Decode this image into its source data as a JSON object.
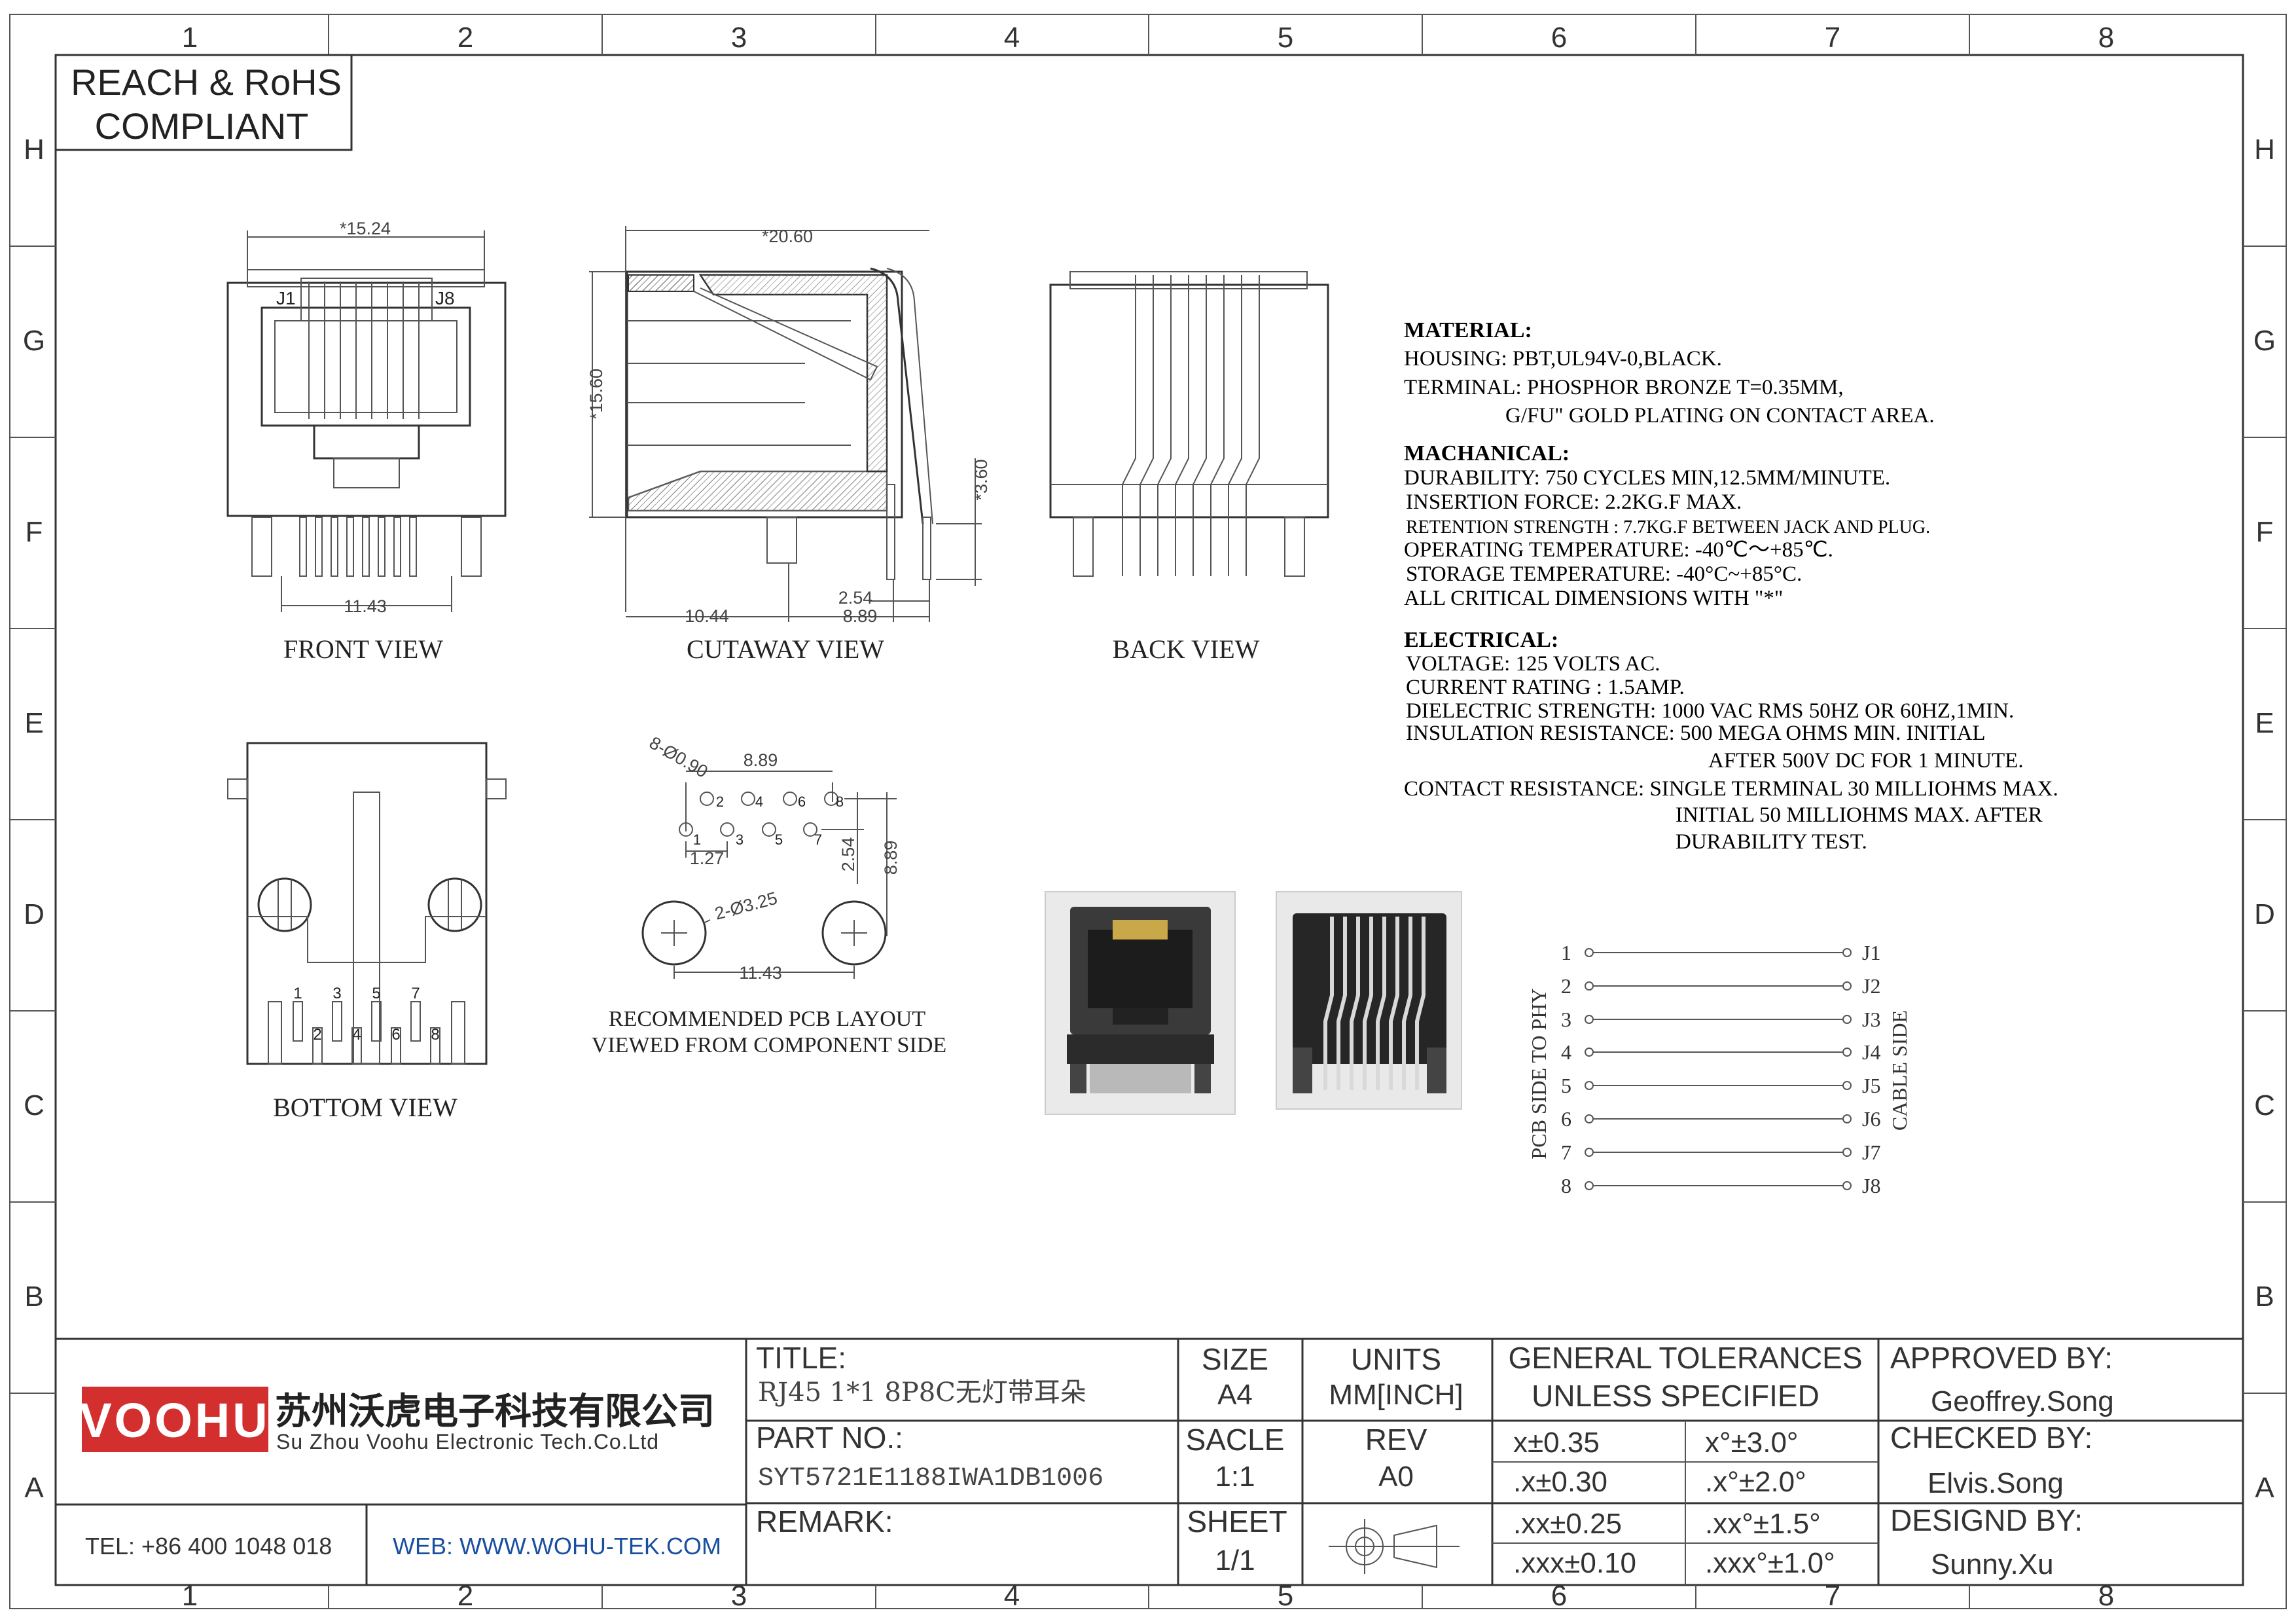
{
  "zones": {
    "columns": [
      "1",
      "2",
      "3",
      "4",
      "5",
      "6",
      "7",
      "8"
    ],
    "rows": [
      "H",
      "G",
      "F",
      "E",
      "D",
      "C",
      "B",
      "A"
    ]
  },
  "compliance": {
    "line1": "REACH & RoHS",
    "line2": "COMPLIANT"
  },
  "views": {
    "front": {
      "caption": "FRONT VIEW",
      "dim_width": "*15.24",
      "dim_pins": "11.43",
      "label_j1": "J1",
      "label_j8": "J8"
    },
    "cutaway": {
      "caption": "CUTAWAY VIEW",
      "dim_length": "*20.60",
      "dim_height": "*15.60",
      "dim_pin": "*3.60",
      "dim_a": "10.44",
      "dim_b": "2.54",
      "dim_c": "8.89"
    },
    "back": {
      "caption": "BACK VIEW"
    },
    "bottom": {
      "caption": "BOTTOM VIEW",
      "pins_top": [
        "1",
        "3",
        "5",
        "7"
      ],
      "pins_bottom": [
        "2",
        "4",
        "6",
        "8"
      ]
    },
    "pcb": {
      "caption1": "RECOMMENDED PCB LAYOUT",
      "caption2": "VIEWED FROM COMPONENT SIDE",
      "hole_callout": "8-Ø0.90",
      "peg_callout": "2-Ø3.25",
      "dim_span": "8.89",
      "dim_pitch": "1.27",
      "dim_row": "2.54",
      "dim_depth": "8.89",
      "dim_pegs": "11.43",
      "pins_top": [
        "2",
        "4",
        "6",
        "8"
      ],
      "pins_bottom": [
        "1",
        "3",
        "5",
        "7"
      ]
    }
  },
  "specs": {
    "material_head": "MATERIAL:",
    "material": [
      "HOUSING: PBT,UL94V-0,BLACK.",
      "TERMINAL: PHOSPHOR BRONZE T=0.35MM,",
      "G/FU\" GOLD PLATING ON CONTACT AREA."
    ],
    "mech_head": "MACHANICAL:",
    "mech": [
      "DURABILITY: 750 CYCLES MIN,12.5MM/MINUTE.",
      "INSERTION FORCE: 2.2KG.F MAX.",
      "RETENTION STRENGTH : 7.7KG.F BETWEEN JACK AND PLUG.",
      "OPERATING TEMPERATURE: -40℃～+85℃.",
      "STORAGE TEMPERATURE: -40°C~+85°C.",
      "ALL CRITICAL DIMENSIONS WITH \"*\""
    ],
    "elec_head": "ELECTRICAL:",
    "elec": [
      "VOLTAGE: 125 VOLTS AC.",
      "CURRENT RATING : 1.5AMP.",
      "DIELECTRIC STRENGTH: 1000 VAC RMS 50HZ OR 60HZ,1MIN.",
      "INSULATION RESISTANCE: 500 MEGA OHMS MIN. INITIAL",
      "AFTER 500V DC FOR 1 MINUTE.",
      "CONTACT RESISTANCE: SINGLE TERMINAL 30 MILLIOHMS MAX.",
      "INITIAL 50 MILLIOHMS MAX. AFTER",
      "DURABILITY TEST."
    ]
  },
  "wiring": {
    "left_pins": [
      "1",
      "2",
      "3",
      "4",
      "5",
      "6",
      "7",
      "8"
    ],
    "right_pins": [
      "J1",
      "J2",
      "J3",
      "J4",
      "J5",
      "J6",
      "J7",
      "J8"
    ],
    "left_label": "PCB SIDE TO PHY",
    "right_label": "CABLE SIDE"
  },
  "title_block": {
    "logo": "VOOHU",
    "company_cn": "苏州沃虎电子科技有限公司",
    "company_en": "Su Zhou Voohu Electronic Tech.Co.Ltd",
    "tel": "TEL: +86 400 1048 018",
    "web": "WEB: WWW.WOHU-TEK.COM",
    "title_label": "TITLE:",
    "title_value": "RJ45 1*1 8P8C无灯带耳朵",
    "part_label": "PART NO.:",
    "part_value": "SYT5721E1188IWA1DB1006",
    "remark_label": "REMARK:",
    "size_label": "SIZE",
    "size_value": "A4",
    "units_label": "UNITS",
    "units_value": "MM[INCH]",
    "scale_label": "SACLE",
    "scale_value": "1:1",
    "rev_label": "REV",
    "rev_value": "A0",
    "sheet_label": "SHEET",
    "sheet_value": "1/1",
    "tol_head1": "GENERAL TOLERANCES",
    "tol_head2": "UNLESS SPECIFIED",
    "tol_linear": [
      "x±0.35",
      ".x±0.30",
      ".xx±0.25",
      ".xxx±0.10"
    ],
    "tol_angle": [
      "x°±3.0°",
      ".x°±2.0°",
      ".xx°±1.5°",
      ".xxx°±1.0°"
    ],
    "approved_label": "APPROVED BY:",
    "approved_value": "Geoffrey.Song",
    "checked_label": "CHECKED BY:",
    "checked_value": "Elvis.Song",
    "design_label": "DESIGND BY:",
    "design_value": "Sunny.Xu"
  },
  "colors": {
    "logo_red": "#d32f2f",
    "web_blue": "#1a4fa0",
    "line": "#333333"
  }
}
